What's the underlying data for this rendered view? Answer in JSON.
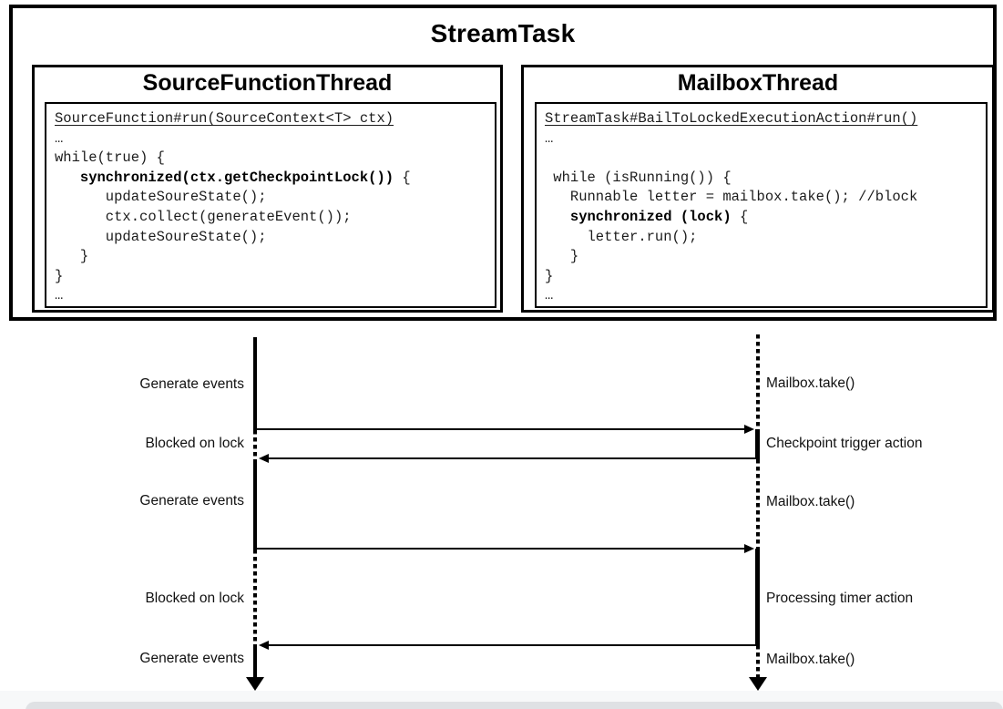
{
  "stream_task": {
    "title": "StreamTask",
    "source_thread": {
      "title": "SourceFunctionThread",
      "code": [
        [
          {
            "t": "SourceFunction#run(SourceContext<T> ctx)",
            "u": true
          }
        ],
        [
          {
            "t": "…"
          }
        ],
        [
          {
            "t": "while(true) {"
          }
        ],
        [
          {
            "t": "   "
          },
          {
            "t": "synchronized(ctx.getCheckpointLock())",
            "b": true
          },
          {
            "t": " {"
          }
        ],
        [
          {
            "t": "      updateSoureState();"
          }
        ],
        [
          {
            "t": "      ctx.collect(generateEvent());"
          }
        ],
        [
          {
            "t": "      updateSoureState();"
          }
        ],
        [
          {
            "t": "   }"
          }
        ],
        [
          {
            "t": "}"
          }
        ],
        [
          {
            "t": "…"
          }
        ]
      ]
    },
    "mailbox_thread": {
      "title": "MailboxThread",
      "code": [
        [
          {
            "t": "StreamTask#BailToLockedExecutionAction#run()",
            "u": true
          }
        ],
        [
          {
            "t": "…"
          }
        ],
        [
          {
            "t": ""
          }
        ],
        [
          {
            "t": " while (isRunning()) {"
          }
        ],
        [
          {
            "t": "   Runnable letter = mailbox.take(); //block"
          }
        ],
        [
          {
            "t": "   "
          },
          {
            "t": "synchronized (lock)",
            "b": true
          },
          {
            "t": " {"
          }
        ],
        [
          {
            "t": "     letter.run();"
          }
        ],
        [
          {
            "t": "   }"
          }
        ],
        [
          {
            "t": "}"
          }
        ],
        [
          {
            "t": "…"
          }
        ]
      ]
    }
  },
  "sequence": {
    "left_labels": [
      "Generate events",
      "Blocked on lock",
      "Generate events",
      "Blocked on lock",
      "Generate events"
    ],
    "right_labels": [
      "Mailbox.take()",
      "Checkpoint trigger action",
      "Mailbox.take()",
      "Processing timer action",
      "Mailbox.take()"
    ]
  },
  "colors": {
    "line": "#000000",
    "background": "#ffffff",
    "bottom_strip": "#f7f8f9",
    "bottom_box": "#dfe1e4"
  }
}
